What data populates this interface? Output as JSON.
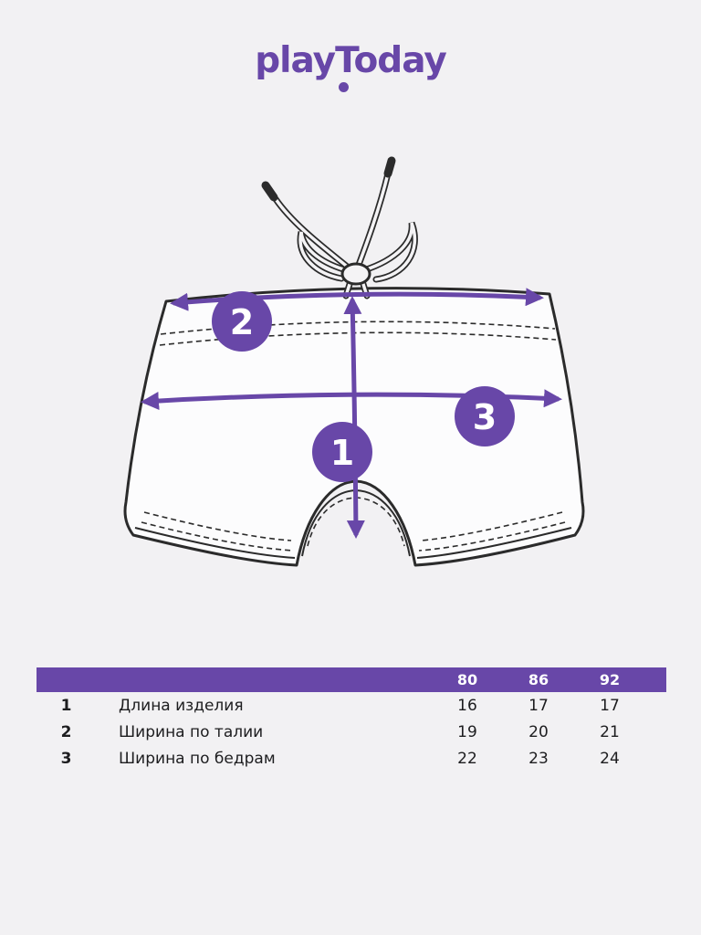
{
  "background": "#f2f1f3",
  "brand": {
    "logo_text": "playToday",
    "accent_color": "#6847A8"
  },
  "diagram": {
    "subject": "boxer-shorts-with-drawstring-technical-drawing",
    "markers": [
      "1",
      "2",
      "3"
    ]
  },
  "size_table": {
    "sizes": [
      "80",
      "86",
      "92"
    ],
    "rows": [
      {
        "num": "1",
        "label": "Длина изделия",
        "values": [
          "16",
          "17",
          "17"
        ]
      },
      {
        "num": "2",
        "label": "Ширина по талии",
        "values": [
          "19",
          "20",
          "21"
        ]
      },
      {
        "num": "3",
        "label": "Ширина по бедрам",
        "values": [
          "22",
          "23",
          "24"
        ]
      }
    ]
  }
}
